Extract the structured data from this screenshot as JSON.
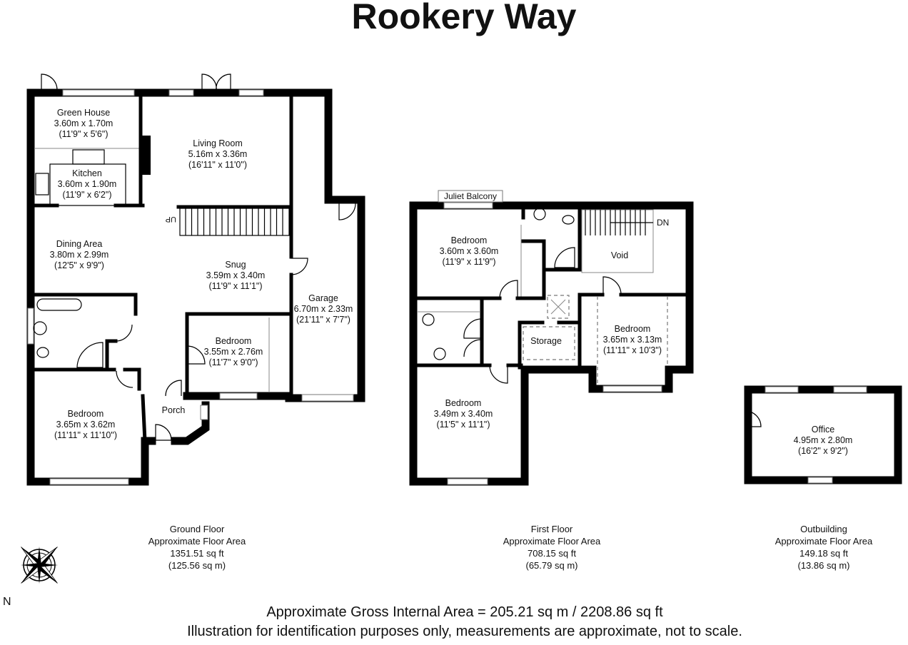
{
  "title": "Rookery Way",
  "ground_floor": {
    "rooms": [
      {
        "name": "Green House",
        "metric": "3.60m x 1.70m",
        "imperial": "(11'9\" x 5'6\")"
      },
      {
        "name": "Kitchen",
        "metric": "3.60m x 1.90m",
        "imperial": "(11'9\" x 6'2\")"
      },
      {
        "name": "Living Room",
        "metric": "5.16m x 3.36m",
        "imperial": "(16'11\" x 11'0\")"
      },
      {
        "name": "Dining Area",
        "metric": "3.80m x 2.99m",
        "imperial": "(12'5\" x 9'9\")"
      },
      {
        "name": "Snug",
        "metric": "3.59m x 3.40m",
        "imperial": "(11'9\" x 11'1\")"
      },
      {
        "name": "Garage",
        "metric": "6.70m x 2.33m",
        "imperial": "(21'11\" x 7'7\")"
      },
      {
        "name": "Bedroom",
        "metric": "3.55m x 2.76m",
        "imperial": "(11'7\" x 9'0\")"
      },
      {
        "name": "Bedroom",
        "metric": "3.65m x 3.62m",
        "imperial": "(11'11\" x 11'10\")"
      },
      {
        "name": "Porch"
      }
    ],
    "stair_label": "UP",
    "summary": {
      "label": "Ground Floor",
      "sub": "Approximate Floor Area",
      "sqft": "1351.51 sq ft",
      "sqm": "(125.56 sq m)"
    }
  },
  "first_floor": {
    "rooms": [
      {
        "name": "Bedroom",
        "metric": "3.60m x 3.60m",
        "imperial": "(11'9\" x 11'9\")"
      },
      {
        "name": "Void"
      },
      {
        "name": "Bedroom",
        "metric": "3.65m x 3.13m",
        "imperial": "(11'11\" x 10'3\")"
      },
      {
        "name": "Storage"
      },
      {
        "name": "Bedroom",
        "metric": "3.49m x 3.40m",
        "imperial": "(11'5\" x 11'1\")"
      }
    ],
    "balcony_label": "Juliet Balcony",
    "stair_label": "DN",
    "summary": {
      "label": "First Floor",
      "sub": "Approximate Floor Area",
      "sqft": "708.15 sq ft",
      "sqm": "(65.79 sq m)"
    }
  },
  "outbuilding": {
    "rooms": [
      {
        "name": "Office",
        "metric": "4.95m x 2.80m",
        "imperial": "(16'2\" x 9'2\")"
      }
    ],
    "summary": {
      "label": "Outbuilding",
      "sub": "Approximate Floor Area",
      "sqft": "149.18 sq ft",
      "sqm": "(13.86 sq m)"
    }
  },
  "compass": {
    "north_label": "N"
  },
  "footer": {
    "gross_area": "Approximate Gross Internal Area = 205.21 sq m / 2208.86 sq ft",
    "disclaimer": "Illustration for identification purposes only, measurements are approximate, not to scale."
  }
}
